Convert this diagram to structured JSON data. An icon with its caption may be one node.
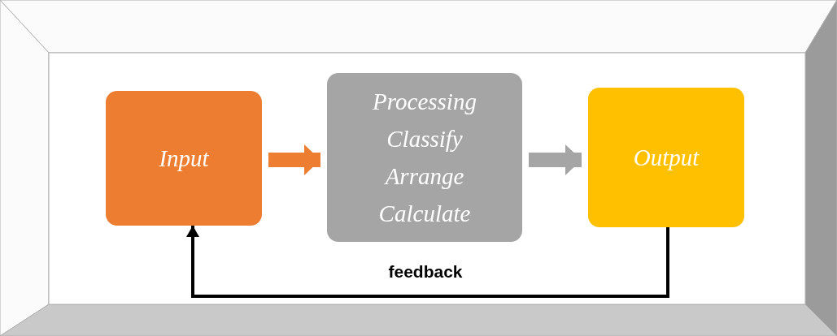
{
  "diagram": {
    "nodes": [
      {
        "text": [
          "Input"
        ]
      },
      {
        "text": [
          "Processing",
          "Classify",
          "Arrange",
          "Calculate"
        ]
      },
      {
        "text": [
          "Output"
        ]
      }
    ],
    "edges": [
      {
        "from": 0,
        "to": 1,
        "arrow": "to",
        "color": "#ed7d31"
      },
      {
        "from": 1,
        "to": 2,
        "arrow": "to",
        "color": "#a5a5a5"
      },
      {
        "from": 2,
        "to": 0,
        "arrow": "to",
        "label": "feedback",
        "color": "#000000"
      }
    ]
  }
}
